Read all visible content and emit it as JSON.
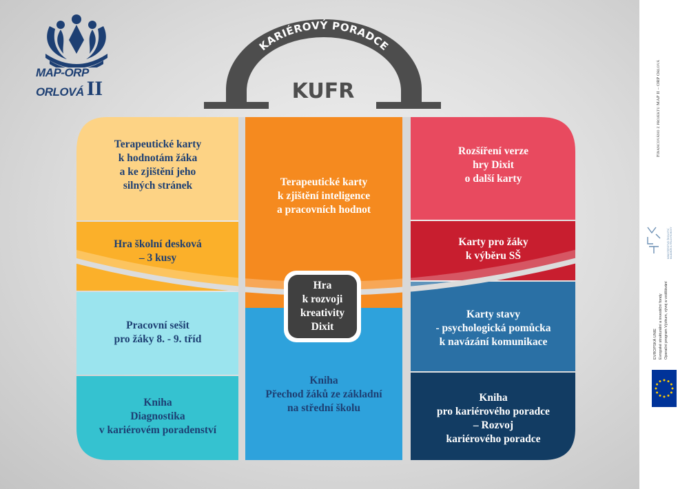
{
  "logo": {
    "line1": "MAP-ORP",
    "line2": "ORLOVÁ",
    "numeral": "II"
  },
  "handle": {
    "arc_text": "KARIÉROVÝ PORADCE",
    "title": "KUFR"
  },
  "tiles": {
    "left_top": "Terapeutické karty\nk hodnotám žáka\na ke zjištění jeho\nsilných stránek",
    "left_2": "Hra školní desková\n– 3 kusy",
    "left_3": "Pracovní sešit\npro žáky 8. - 9. tříd",
    "left_bottom": "Kniha\nDiagnostika\nv kariérovém poradenství",
    "center_top": "Terapeutické karty\nk zjištění inteligence\na pracovních hodnot",
    "center_bottom": "Kniha\nPřechod žáků ze základní\nna střední školu",
    "center_badge": "Hra\nk rozvoji\nkreativity\nDixit",
    "right_top": "Rozšíření verze\nhry Dixit\no další karty",
    "right_2": "Karty pro žáky\nk výběru SŠ",
    "right_3": "Karty stavy\n- psychologická pomůcka\nk navázání komunikace",
    "right_bottom": "Kniha\npro kariérového poradce\n– Rozvoj\nkariérového poradce"
  },
  "sidebar": {
    "funding_text": "Financováno z projektu MAP II – ORP Orlová",
    "msmt_text": "MINISTERSTVO ŠKOLSTVÍ, MLÁDEŽE A TĚLOVÝCHOVY",
    "eu_text_1": "EVROPSKÁ UNIE",
    "eu_text_2": "Evropské strukturální a investiční fondy",
    "eu_text_3": "Operační program Výzkum, vývoj a vzdělávání"
  },
  "colors": {
    "light_yellow": "#fdd385",
    "amber": "#fbb02a",
    "orange": "#f58a1f",
    "light_cyan": "#9be4ee",
    "teal": "#35c2d0",
    "sky_blue": "#2ea2dc",
    "red": "#e84a5f",
    "dark_red": "#c81e2f",
    "steel_blue": "#2a70a5",
    "navy": "#123c63",
    "handle_gray": "#4d4d4d",
    "logo_blue": "#1d3f73"
  }
}
